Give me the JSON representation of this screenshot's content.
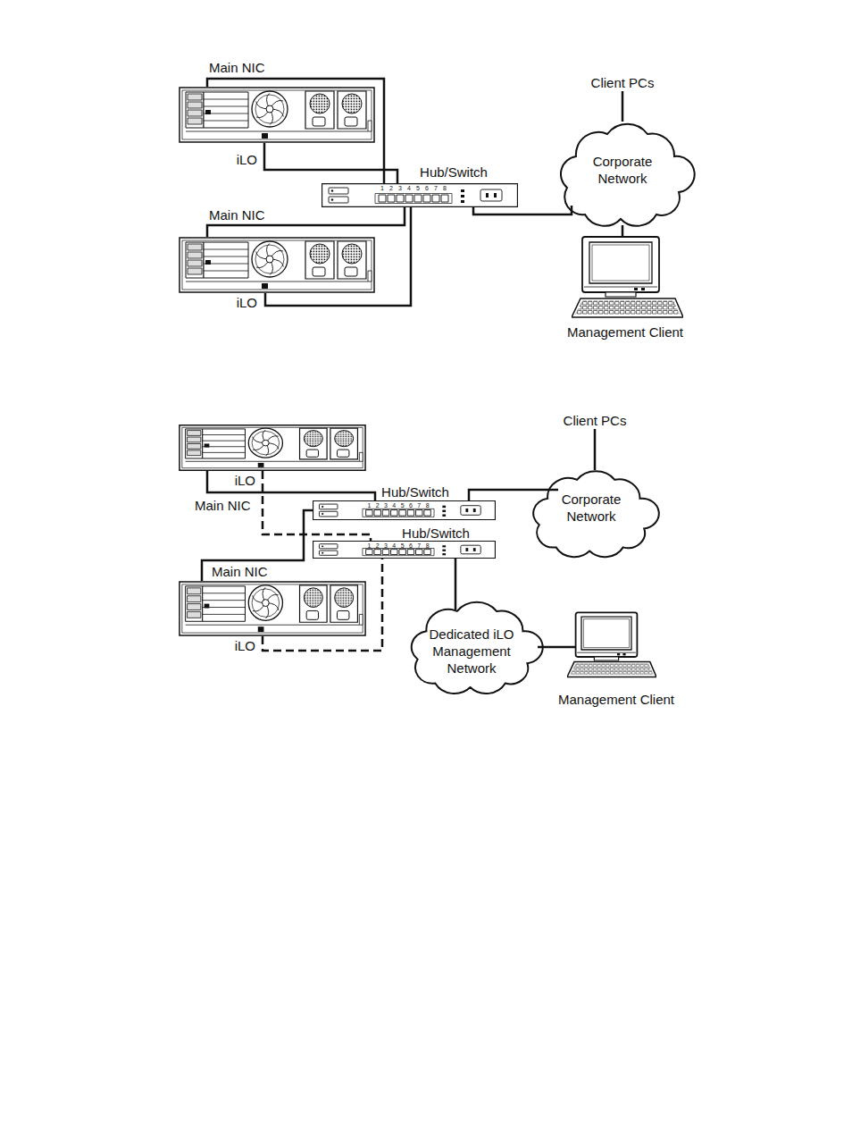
{
  "diagram": {
    "nodes": [
      {
        "text": [
          "Main NIC",
          "iLO"
        ]
      },
      {
        "text": [
          "Hub/Switch"
        ]
      },
      {
        "text": [
          "Main NIC",
          "iLO"
        ]
      },
      {
        "text": [
          "Corporate Network"
        ]
      },
      {
        "text": [
          "Management Client"
        ]
      },
      {
        "text": [
          "iLO",
          "Main NIC"
        ]
      },
      {
        "text": [
          "Hub/Switch"
        ]
      },
      {
        "text": [
          "Hub/Switch"
        ]
      },
      {
        "text": [
          "Main NIC",
          "iLO"
        ]
      },
      {
        "text": [
          "Corporate Network"
        ]
      },
      {
        "text": [
          "Dedicated iLO Management Network"
        ]
      },
      {
        "text": [
          "Management Client"
        ]
      }
    ],
    "edges": [
      {
        "from": 0,
        "to": 1,
        "arrow": "none"
      },
      {
        "from": 0,
        "to": 1,
        "arrow": "none"
      },
      {
        "from": 2,
        "to": 1,
        "arrow": "none"
      },
      {
        "from": 2,
        "to": 1,
        "arrow": "none"
      },
      {
        "from": 1,
        "to": 3,
        "arrow": "none"
      },
      {
        "from": 3,
        "to": 4,
        "arrow": "none"
      },
      {
        "from": 5,
        "to": 6,
        "arrow": "none"
      },
      {
        "from": 5,
        "to": 7,
        "arrow": "none"
      },
      {
        "from": 8,
        "to": 6,
        "arrow": "none"
      },
      {
        "from": 8,
        "to": 7,
        "arrow": "none"
      },
      {
        "from": 6,
        "to": 9,
        "arrow": "none"
      },
      {
        "from": 7,
        "to": 10,
        "arrow": "none"
      },
      {
        "from": 10,
        "to": 11,
        "arrow": "none"
      }
    ],
    "labels": [
      "Client PCs",
      "1",
      "2",
      "3",
      "4",
      "5",
      "6",
      "7",
      "8",
      "Client PCs",
      "1",
      "2",
      "3",
      "4",
      "5",
      "6",
      "7",
      "8",
      "1",
      "2",
      "3",
      "4",
      "5",
      "6",
      "7",
      "8"
    ]
  }
}
